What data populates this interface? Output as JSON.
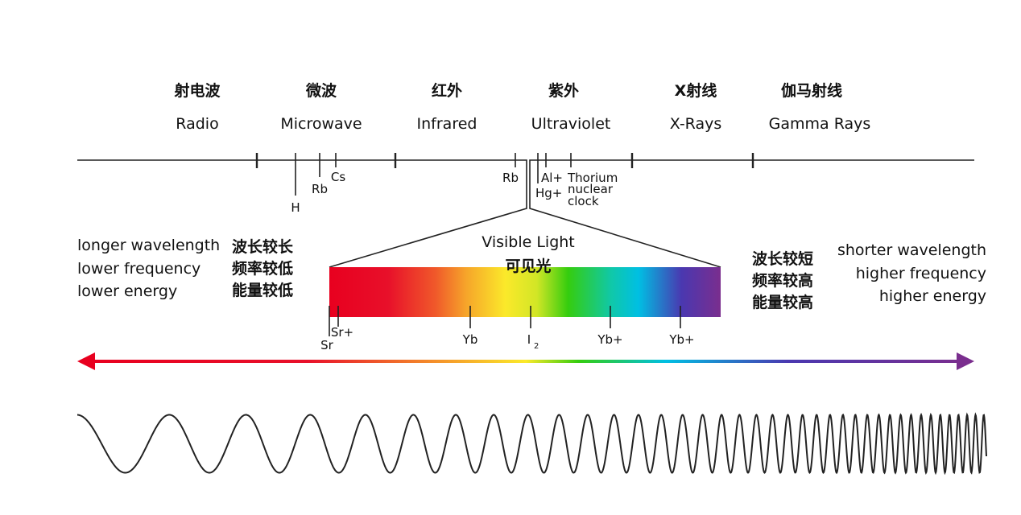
{
  "bands": [
    {
      "zh": "射电波",
      "en": "Radio"
    },
    {
      "zh": "微波",
      "en": "Microwave"
    },
    {
      "zh": "红外",
      "en": "Infrared"
    },
    {
      "zh": "紫外",
      "en": "Ultraviolet"
    },
    {
      "zh": "X射线",
      "en": "X-Rays"
    },
    {
      "zh": "伽马射线",
      "en": "Gamma Rays"
    }
  ],
  "axis_markers": {
    "h": "H",
    "rb1": "Rb",
    "cs": "Cs",
    "rb2": "Rb",
    "al": "Al+",
    "hg": "Hg+",
    "thorium": [
      "Thorium",
      "nuclear",
      "clock"
    ]
  },
  "visible": {
    "en": "Visible Light",
    "zh": "可见光",
    "markers": {
      "sr": "Sr",
      "srp": "Sr+",
      "yb": "Yb",
      "i2": "I",
      "i2_sub": "2",
      "ybp1": "Yb+",
      "ybp2": "Yb+"
    }
  },
  "left": {
    "en": [
      "longer wavelength",
      "lower frequency",
      "lower energy"
    ],
    "zh": [
      "波长较长",
      "频率较低",
      "能量较低"
    ]
  },
  "right": {
    "en": [
      "shorter wavelength",
      "higher frequency",
      "higher energy"
    ],
    "zh": [
      "波长较短",
      "频率较高",
      "能量较高"
    ]
  },
  "colors": {
    "red": "#e8001f",
    "orange": "#f39a24",
    "yellow": "#fbe92a",
    "green": "#35cd0e",
    "cyan": "#00bfe3",
    "blue": "#4a38b0",
    "purple": "#7a2e8e"
  }
}
